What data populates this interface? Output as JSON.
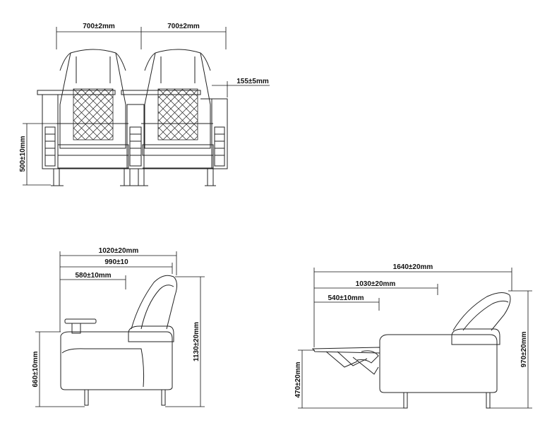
{
  "front_view": {
    "seat_width_left": "700±2mm",
    "seat_width_right": "700±2mm",
    "armrest_width": "155±5mm",
    "seat_height": "500±10mm"
  },
  "side_view": {
    "overall_depth": "1020±20mm",
    "depth_990": "990±10",
    "depth_580": "580±10mm",
    "armrest_height": "660±10mm",
    "overall_height": "1130±20mm"
  },
  "reclined_view": {
    "overall_length": "1640±20mm",
    "length_1030": "1030±20mm",
    "length_540": "540±10mm",
    "footrest_height": "470±20mm",
    "overall_height": "970±20mm"
  }
}
